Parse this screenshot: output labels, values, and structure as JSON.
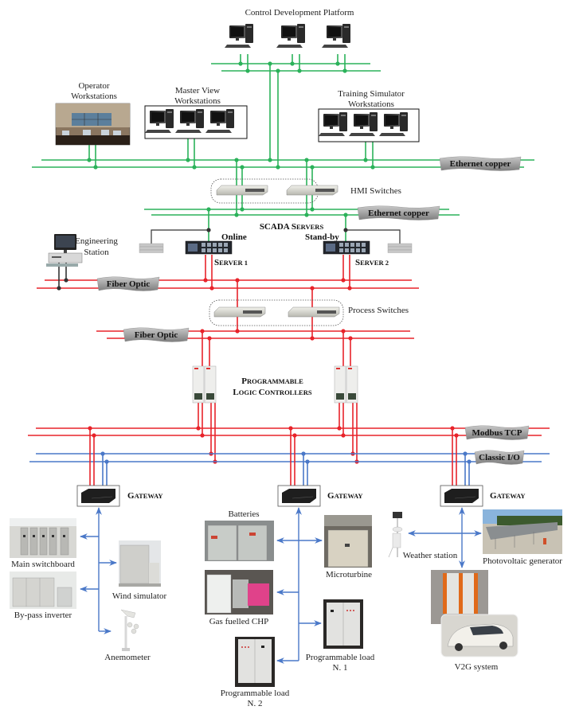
{
  "title": "Control Development Platform",
  "colors": {
    "ethernet": "#2bb25a",
    "fiber": "#e8232a",
    "classic_io": "#4a78c8",
    "server_link": "#333333",
    "banner": "#9a9a9a"
  },
  "groups": {
    "operator": [
      "Operator",
      "Workstations"
    ],
    "master_view": [
      "Master View",
      "Workstations"
    ],
    "training": [
      "Training Simulator",
      "Workstations"
    ],
    "engineering": [
      "Engineering",
      "Station"
    ]
  },
  "switches": {
    "hmi": "HMI Switches",
    "process": "Process Switches"
  },
  "scada": {
    "title_first": "SCADA ",
    "title_cap": "S",
    "title_rest": "ERVERS",
    "online": "Online",
    "standby": "Stand-by",
    "server1_cap": "S",
    "server1_rest": "ERVER 1",
    "server2_cap": "S",
    "server2_rest": "ERVER 2"
  },
  "plc": {
    "line1_cap": "P",
    "line1_rest": "ROGRAMMABLE",
    "line2_cap1": "L",
    "line2_rest1": "OGIC ",
    "line2_cap2": "C",
    "line2_rest2": "ONTROLLERS"
  },
  "banners": {
    "eth_top": "Ethernet copper",
    "eth_mid": "Ethernet copper",
    "fiber_top": "Fiber Optic",
    "fiber_mid": "Fiber Optic",
    "modbus": "Modbus TCP",
    "classic": "Classic I/O"
  },
  "gateway": {
    "cap": "G",
    "rest": "ATEWAY"
  },
  "devices": {
    "main_switchboard": "Main switchboard",
    "bypass_inverter": "By-pass inverter",
    "wind_simulator": "Wind simulator",
    "anemometer": "Anemometer",
    "batteries": "Batteries",
    "microturbine": "Microturbine",
    "gas_chp": "Gas fuelled CHP",
    "prog_load_1": [
      "Programmable load",
      "N. 1"
    ],
    "prog_load_2": [
      "Programmable load",
      "N. 2"
    ],
    "weather_station": "Weather station",
    "pv_generator": "Photovoltaic generator",
    "v2g": "V2G system"
  }
}
